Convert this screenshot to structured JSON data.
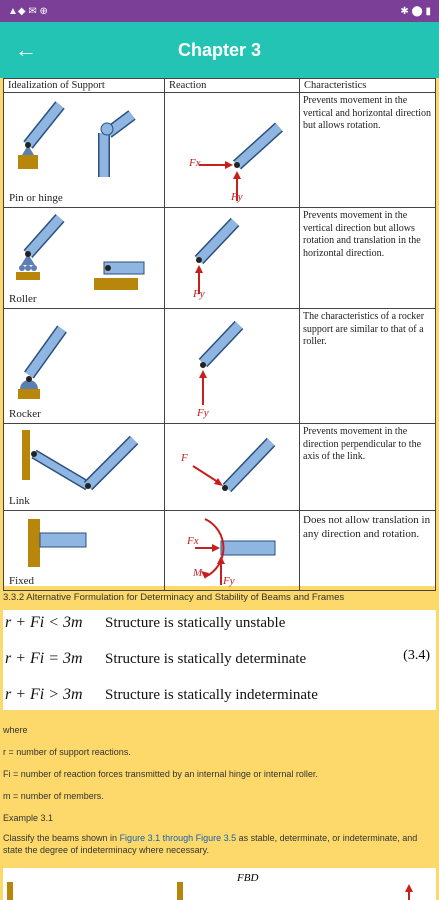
{
  "status_bar": {
    "left_icons": "▲◆ ✉ ⊕",
    "right_icons": "✱ ⬤ ▮"
  },
  "app_bar": {
    "title": "Chapter 3",
    "back_label": "←"
  },
  "table": {
    "headers": [
      "Idealization of Support",
      "Reaction",
      "Characteristics"
    ],
    "rows": [
      {
        "name": "Pin or hinge",
        "characteristics": "Prevents movement in the vertical and horizontal direction but allows rotation.",
        "force_labels": [
          "Fx",
          "Fy"
        ]
      },
      {
        "name": "Roller",
        "characteristics": "Prevents movement in the vertical direction but allows rotation and translation in the horizontal direction.",
        "force_labels": [
          "Fy"
        ]
      },
      {
        "name": "Rocker",
        "characteristics": "The characteristics of a rocker support are similar to that of a roller.",
        "force_labels": [
          "Fy"
        ]
      },
      {
        "name": "Link",
        "characteristics": "Prevents movement in the direction perpendicular to the axis of the link.",
        "force_labels": [
          "F"
        ]
      },
      {
        "name": "Fixed",
        "characteristics": "Does not allow translation in any direction and rotation.",
        "force_labels": [
          "Fx",
          "M",
          "Fy"
        ]
      }
    ]
  },
  "section": {
    "heading": "3.3.2 Alternative Formulation for Determinacy and Stability of Beams and Frames",
    "formulas": [
      {
        "math": "r + Fi < 3m",
        "desc": "Structure is statically unstable"
      },
      {
        "math": "r + Fi = 3m",
        "desc": "Structure is statically determinate"
      },
      {
        "math": "r + Fi > 3m",
        "desc": "Structure is statically indeterminate"
      }
    ],
    "equation_number": "(3.4)",
    "where": "where",
    "def_r": "r = number of support reactions.",
    "def_fi": "Fi = number of reaction forces transmitted by an internal hinge or internal roller.",
    "def_m": "m = number of members.",
    "example_title": "Example 3.1",
    "example_prefix": "Classify the beams shown in ",
    "example_link": "Figure 3.1 through Figure 3.5",
    "example_suffix": " as stable, determinate, or indeterminate, and state the degree of indeterminacy where necessary.",
    "fbd_label": "FBD"
  }
}
